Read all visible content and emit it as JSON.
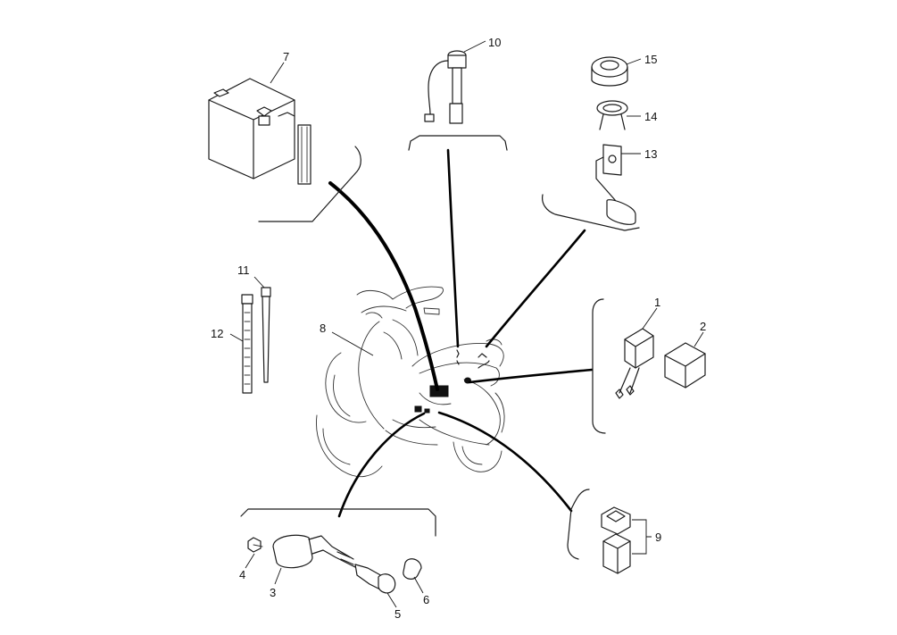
{
  "diagram": {
    "callouts": [
      {
        "id": "c1",
        "label": "1"
      },
      {
        "id": "c2",
        "label": "2"
      },
      {
        "id": "c3",
        "label": "3"
      },
      {
        "id": "c4",
        "label": "4"
      },
      {
        "id": "c5",
        "label": "5"
      },
      {
        "id": "c6",
        "label": "6"
      },
      {
        "id": "c7",
        "label": "7"
      },
      {
        "id": "c8",
        "label": "8"
      },
      {
        "id": "c9",
        "label": "9"
      },
      {
        "id": "c10",
        "label": "10"
      },
      {
        "id": "c11",
        "label": "11"
      },
      {
        "id": "c12",
        "label": "12"
      },
      {
        "id": "c13",
        "label": "13"
      },
      {
        "id": "c14",
        "label": "14"
      },
      {
        "id": "c15",
        "label": "15"
      }
    ],
    "colors": {
      "line": "#1a1a1a",
      "background": "#ffffff"
    }
  }
}
